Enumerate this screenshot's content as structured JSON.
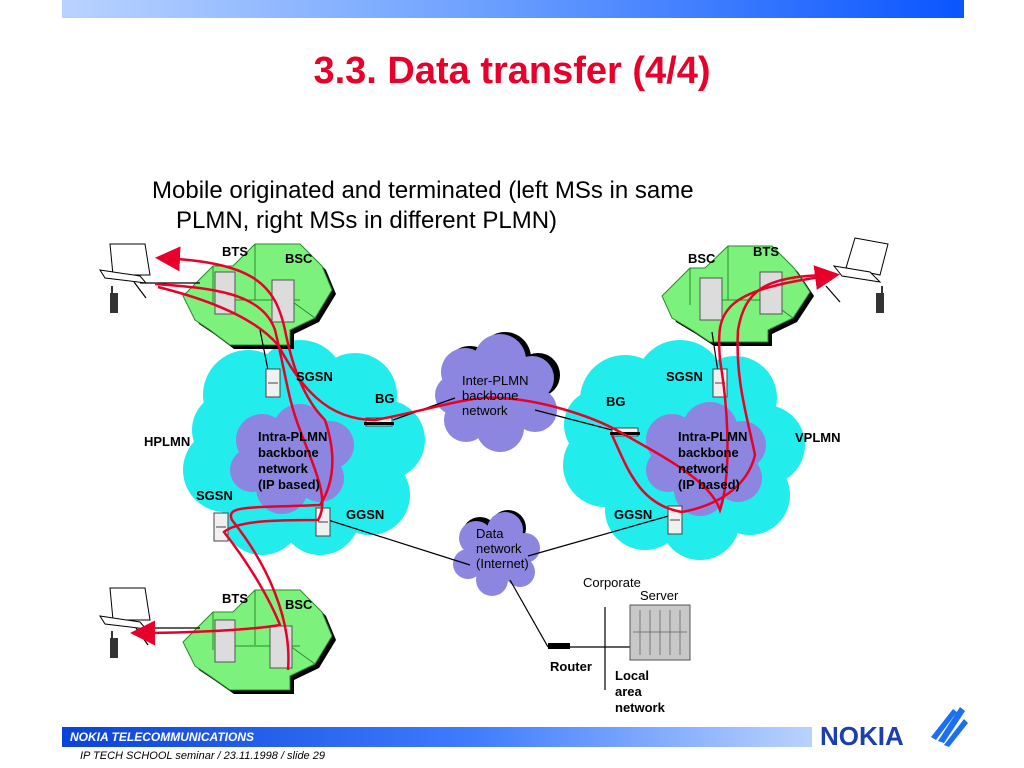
{
  "slide": {
    "title": "3.3. Data transfer (4/4)",
    "subtitle_line1": "Mobile originated and terminated (left MSs in same",
    "subtitle_line2": "PLMN, right MSs in different PLMN)"
  },
  "diagram": {
    "bts_top_left": "BTS",
    "bsc_top_left": "BSC",
    "bts_top_right": "BTS",
    "bsc_top_right": "BSC",
    "bts_bottom_left": "BTS",
    "bsc_bottom_left": "BSC",
    "sgsn_hplmn_top": "SGSN",
    "sgsn_hplmn_left": "SGSN",
    "bg_hplmn": "BG",
    "ggsn_hplmn": "GGSN",
    "hplmn": "HPLMN",
    "intra_left": [
      "Intra-PLMN",
      "backbone",
      "network",
      "(IP based)"
    ],
    "inter_plmn": [
      "Inter-PLMN",
      "backbone",
      "network"
    ],
    "sgsn_vplmn": "SGSN",
    "bg_vplmn": "BG",
    "ggsn_vplmn": "GGSN",
    "vplmn": "VPLMN",
    "intra_right": [
      "Intra-PLMN",
      "backbone",
      "network",
      "(IP based)"
    ],
    "data_network": [
      "Data",
      "network",
      "(Internet)"
    ],
    "corporate": "Corporate",
    "server": "Server",
    "router": "Router",
    "local_area_network": [
      "Local",
      "area",
      "network"
    ],
    "colors": {
      "bss_green": "#7cf27c",
      "plmn_cyan": "#22ecec",
      "cloud_purple": "#8c86e0",
      "path_red": "#e8002a"
    }
  },
  "footer": {
    "company": "NOKIA TELECOMMUNICATIONS",
    "seminar": "IP TECH SCHOOL seminar / 23.11.1998  /  slide  29",
    "logo_text": "NOKIA"
  }
}
